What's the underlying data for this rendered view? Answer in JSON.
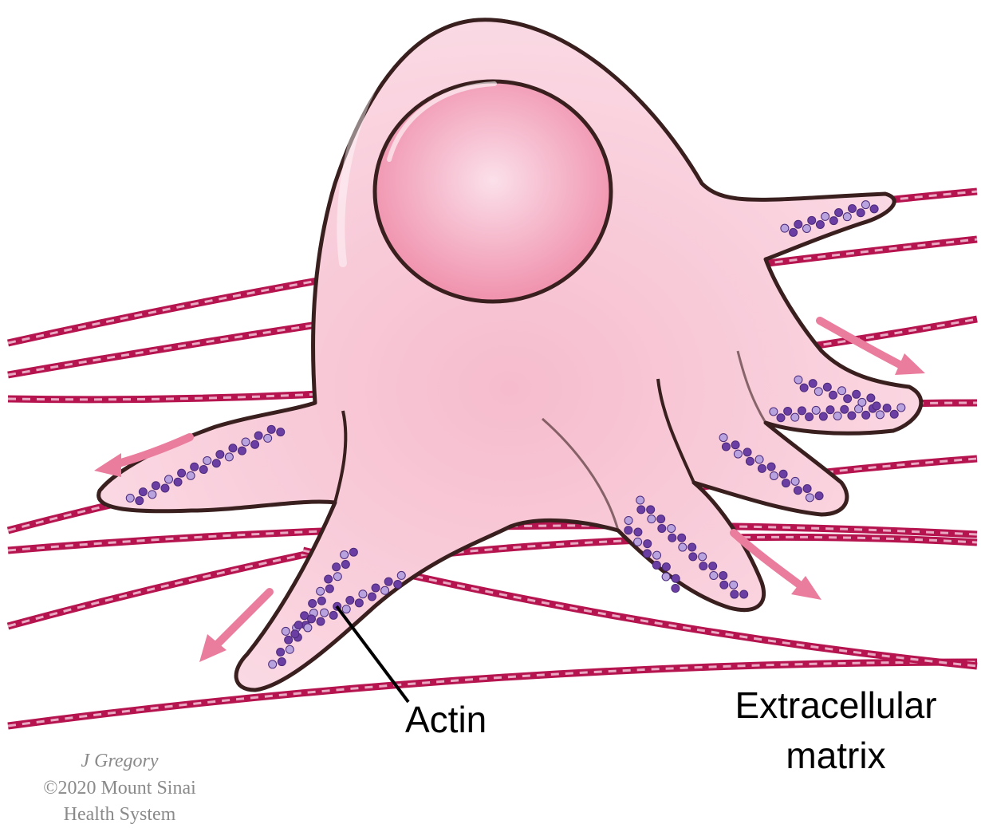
{
  "labels": {
    "actin": "Actin",
    "ecm_line1": "Extracellular",
    "ecm_line2": "matrix"
  },
  "credit": {
    "line1": "J Gregory",
    "line2": "©2020 Mount Sinai",
    "line3": "Health System"
  },
  "colors": {
    "fiber": "#b5144f",
    "fiber_light": "#e9a9c2",
    "cell_fill": "#f9d1dd",
    "cell_shade": "#f2b3c6",
    "cell_outline": "#3a1f1f",
    "nucleus": "#f49ab4",
    "actin_dark": "#6b3ea3",
    "actin_light": "#b9a3de",
    "arrow": "#ea7c9d"
  },
  "icons": {
    "cell": "cell-illustration",
    "actin": "actin-filament-icon",
    "arrow": "movement-arrow-icon"
  }
}
